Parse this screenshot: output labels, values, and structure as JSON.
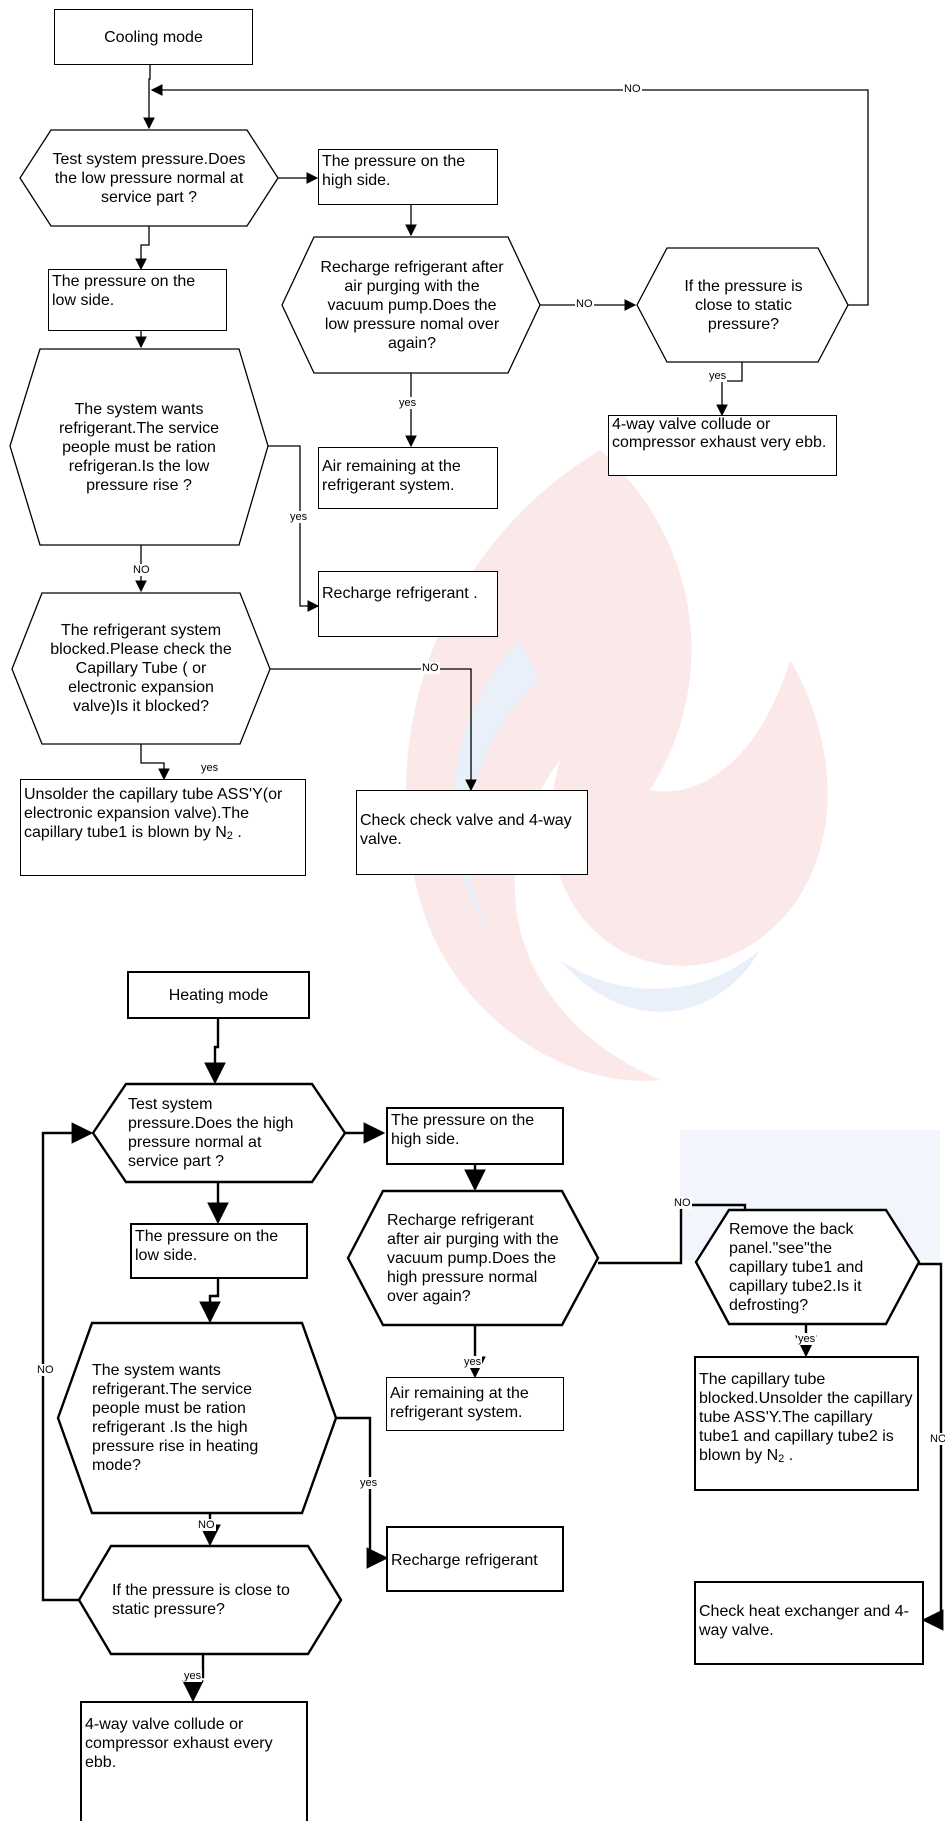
{
  "cooling": {
    "start": "Cooling mode",
    "test": "Test system pressure.Does the low pressure normal at service part ?",
    "high_side": "The pressure on the high side.",
    "low_side": "The pressure on the low side.",
    "recharge_q": "Recharge refrigerant after air purging with the vacuum pump.Does the low pressure nomal over again?",
    "static_q": "If the pressure is close to static pressure?",
    "valve_result": "4-way valve collude or compressor exhaust very ebb.",
    "wants_q": "The system wants refrigerant.The service people must be ration refrigeran.Is the low pressure rise ?",
    "air_remaining": "Air remaining at the refrigerant system.",
    "recharge": "Recharge refrigerant .",
    "blocked_q": "The refrigerant system blocked.Please check the Capillary Tube ( or electronic expansion valve)Is it blocked?",
    "unsolder": "Unsolder the capillary tube ASS'Y(or electronic expansion valve).The capillary tube1 is blown by N",
    "unsolder_sub": "2",
    "unsolder_end": " .",
    "check_valve": "Check check valve and 4-way valve.",
    "labels": {
      "no_top": "NO",
      "no_recharge": "NO",
      "yes_static": "yes",
      "yes_recharge": "yes",
      "yes_wants": "yes",
      "no_wants": "NO",
      "no_blocked": "NO",
      "yes_blocked": "yes"
    }
  },
  "heating": {
    "start": "Heating mode",
    "test": "Test system pressure.Does the high pressure normal at service part ?",
    "high_side": "The pressure on the high side.",
    "low_side": "The pressure on the low side.",
    "recharge_q": "Recharge refrigerant after air purging with the vacuum pump.Does the high pressure normal over again?",
    "back_panel_q": "Remove the back panel.\"see\"the capillary tube1 and capillary tube2.Is it defrosting?",
    "wants_q": "The system wants refrigerant.The service people must be ration refrigerant .Is the high pressure rise in heating mode?",
    "air_remaining": "Air remaining at the refrigerant system.",
    "blocked_result": "The capillary tube blocked.Unsolder the capillary tube ASS'Y.The capillary tube1 and capillary tube2 is blown by N",
    "blocked_sub": "2",
    "blocked_end": " .",
    "recharge": "Recharge refrigerant",
    "static_q": "If the pressure is close to static pressure?",
    "check_heat": "Check heat exchanger and 4-way valve.",
    "valve_result": "4-way valve collude or compressor exhaust every ebb.",
    "labels": {
      "no_left": "NO",
      "no_recharge": "NO",
      "yes_recharge": "yes",
      "yes_back": "yes",
      "no_back": "NO",
      "yes_wants": "yes",
      "no_wants": "NO",
      "yes_static": "yes"
    }
  },
  "colors": {
    "line": "#000000",
    "watermark_red": "#e8555c",
    "watermark_blue": "#5a8fd6"
  }
}
